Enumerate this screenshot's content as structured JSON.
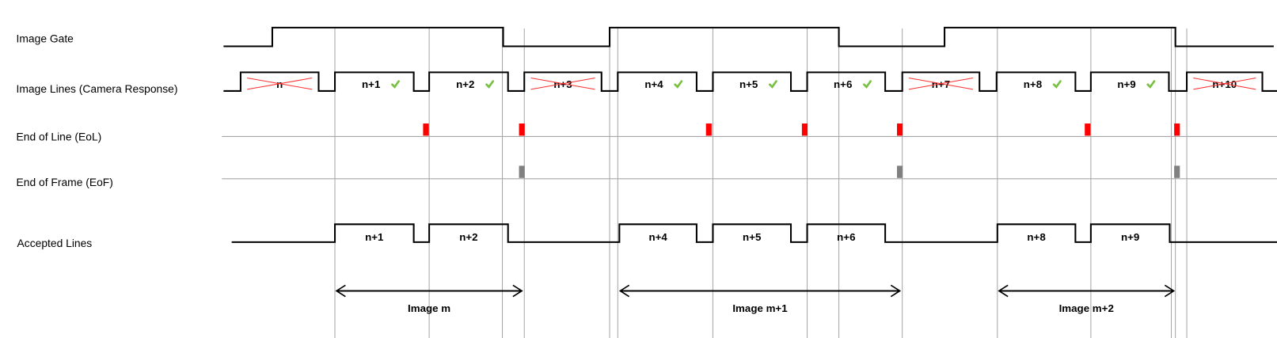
{
  "rows": {
    "image_gate": "Image Gate",
    "image_lines": "Image Lines (Camera Response)",
    "end_of_line": "End of Line (EoL)",
    "end_of_frame": "End of Frame (EoF)",
    "accepted_lines": "Accepted Lines"
  },
  "image_lines": [
    {
      "label": "n",
      "accepted": false
    },
    {
      "label": "n+1",
      "accepted": true
    },
    {
      "label": "n+2",
      "accepted": true
    },
    {
      "label": "n+3",
      "accepted": false
    },
    {
      "label": "n+4",
      "accepted": true
    },
    {
      "label": "n+5",
      "accepted": true
    },
    {
      "label": "n+6",
      "accepted": true
    },
    {
      "label": "n+7",
      "accepted": false
    },
    {
      "label": "n+8",
      "accepted": true
    },
    {
      "label": "n+9",
      "accepted": true
    },
    {
      "label": "n+10",
      "accepted": false
    }
  ],
  "accepted_lines": [
    "n+1",
    "n+2",
    "n+4",
    "n+5",
    "n+6",
    "n+8",
    "n+9"
  ],
  "images": [
    "Image m",
    "Image m+1",
    "Image m+2"
  ],
  "colors": {
    "eol": "#ff0000",
    "eof": "#808080",
    "check": "#7ac143",
    "cross": "#ff3030"
  }
}
